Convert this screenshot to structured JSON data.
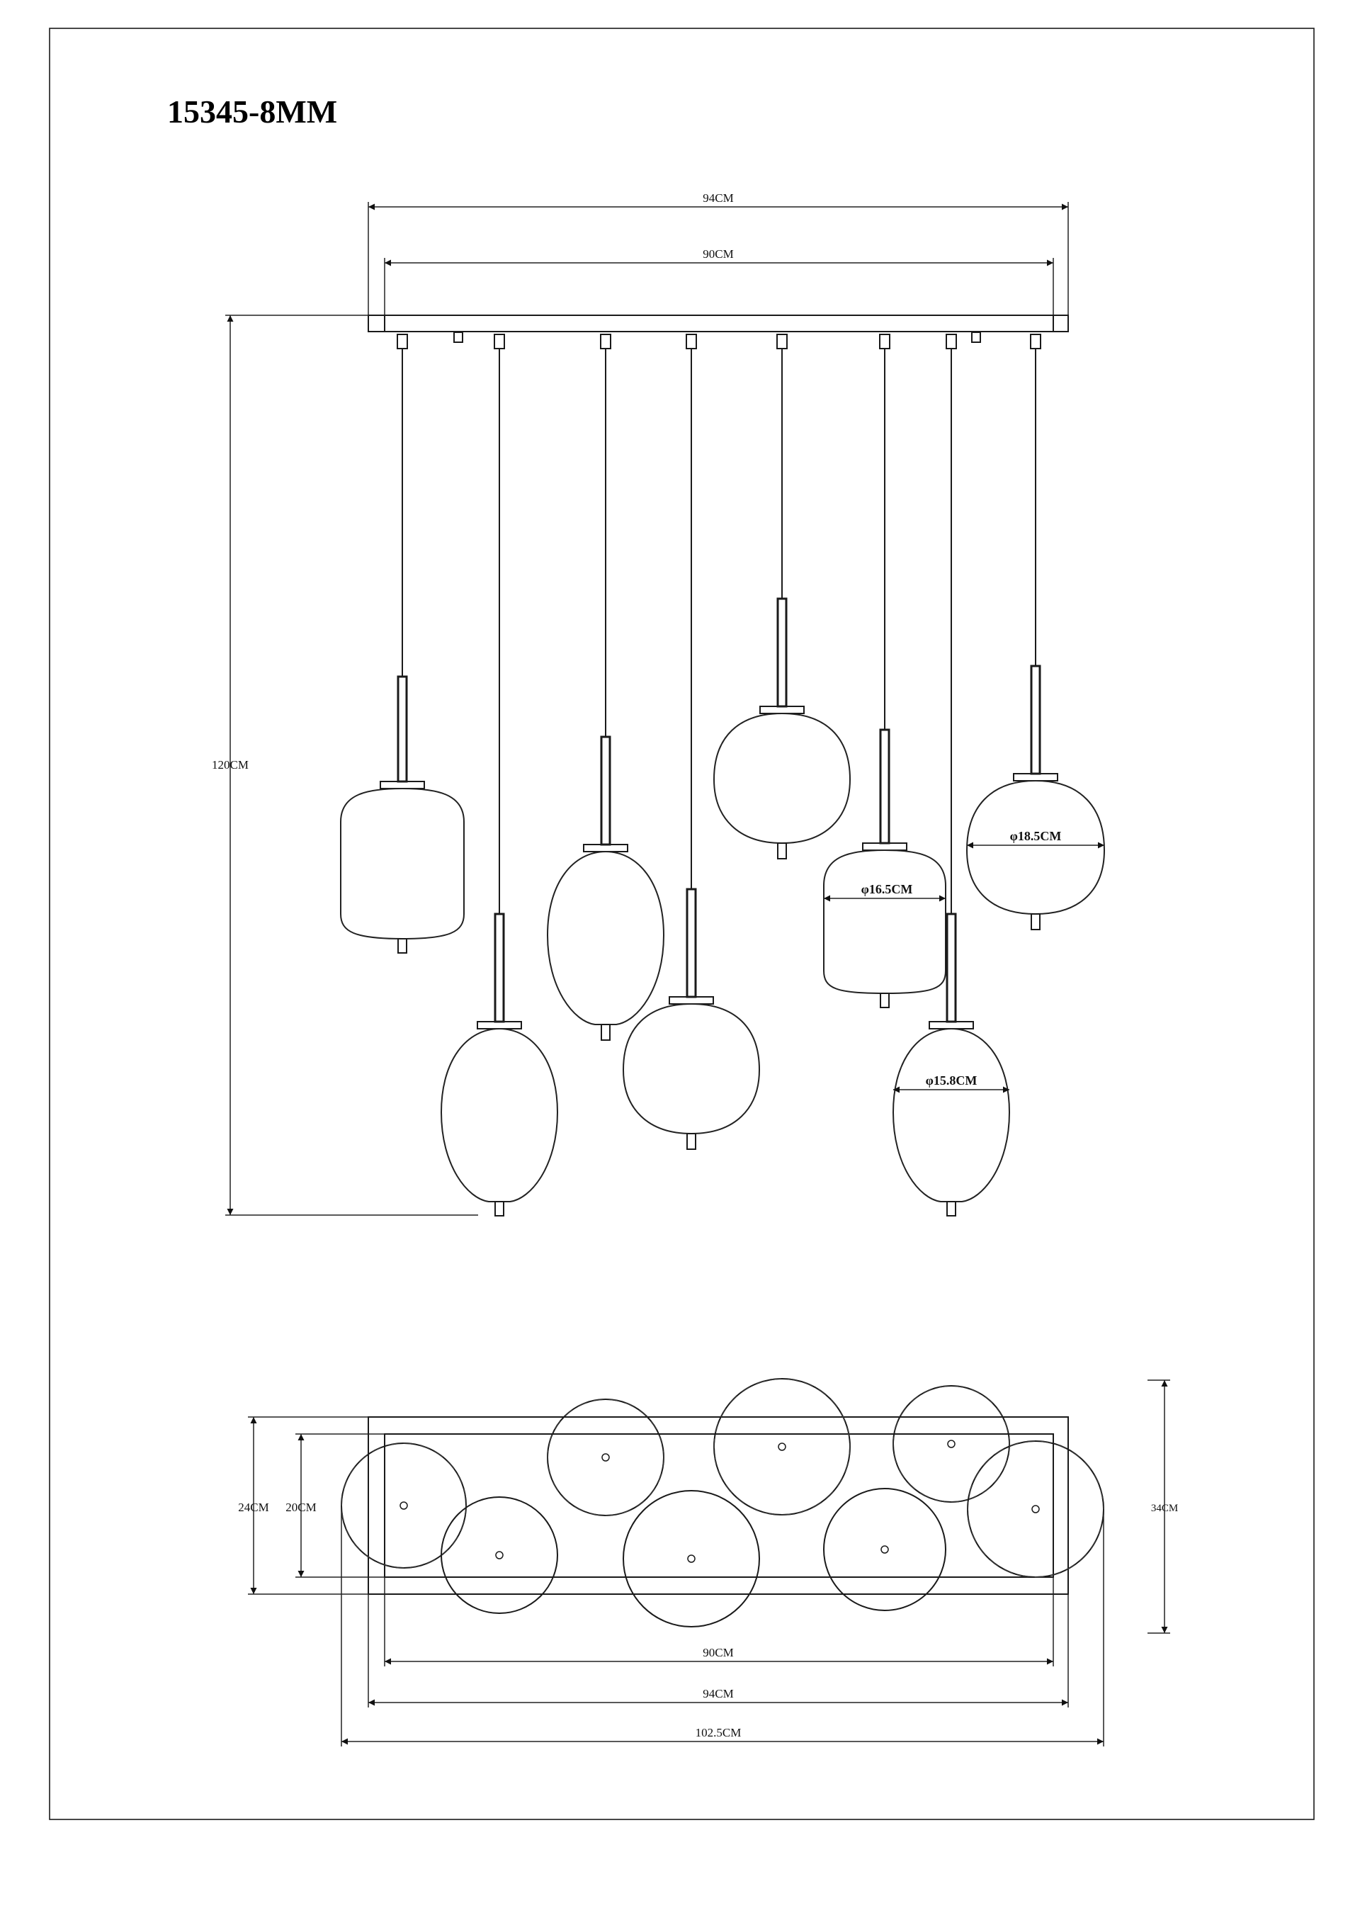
{
  "title": "15345-8MM",
  "elevation": {
    "overall_width": "94CM",
    "plate_width": "90CM",
    "height": "120CM",
    "diameters": {
      "d1": "φ18.5CM",
      "d2": "φ16.5CM",
      "d3": "φ15.8CM"
    }
  },
  "plan": {
    "depth_outer": "24CM",
    "depth_inner": "20CM",
    "depth_total": "34CM",
    "plate_width": "90CM",
    "overall_width": "94CM",
    "total_width": "102.5CM"
  }
}
